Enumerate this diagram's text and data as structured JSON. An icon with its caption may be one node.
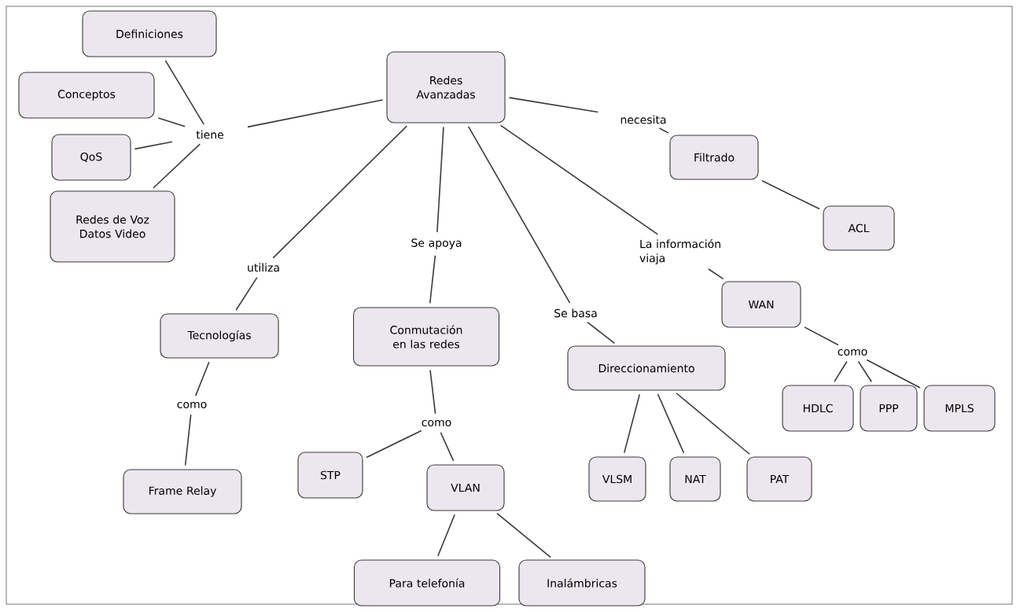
{
  "diagram": {
    "nodes": [
      {
        "text": [
          "Definiciones"
        ]
      },
      {
        "text": [
          "Redes Avanzadas"
        ]
      },
      {
        "text": [
          "Conceptos"
        ]
      },
      {
        "text": [
          "necesita"
        ]
      },
      {
        "text": [
          "tiene"
        ]
      },
      {
        "text": [
          "QoS"
        ]
      },
      {
        "text": [
          "Filtrado"
        ]
      },
      {
        "text": [
          "Redes de Voz Datos Video"
        ]
      },
      {
        "text": [
          "ACL"
        ]
      },
      {
        "text": [
          "La información viaja"
        ]
      },
      {
        "text": [
          "utiliza"
        ]
      },
      {
        "text": [
          "Se apoya"
        ]
      },
      {
        "text": [
          "WAN"
        ]
      },
      {
        "text": [
          "Tecnologías"
        ]
      },
      {
        "text": [
          "Conmutación en las redes"
        ]
      },
      {
        "text": [
          "Se basa"
        ]
      },
      {
        "text": [
          "como"
        ]
      },
      {
        "text": [
          "Direccionamiento"
        ]
      },
      {
        "text": [
          "HDLC"
        ]
      },
      {
        "text": [
          "PPP"
        ]
      },
      {
        "text": [
          "MPLS"
        ]
      },
      {
        "text": [
          "como"
        ]
      },
      {
        "text": [
          "como"
        ]
      },
      {
        "text": [
          "STP"
        ]
      },
      {
        "text": [
          "VLAN"
        ]
      },
      {
        "text": [
          "VLSM"
        ]
      },
      {
        "text": [
          "NAT"
        ]
      },
      {
        "text": [
          "PAT"
        ]
      },
      {
        "text": [
          "Frame Relay"
        ]
      },
      {
        "text": [
          "Para telefonía"
        ]
      },
      {
        "text": [
          "Inalámbricas"
        ]
      }
    ],
    "edges": [
      {
        "from": 1,
        "to": 4,
        "arrow": "none"
      },
      {
        "from": 4,
        "to": 0,
        "arrow": "none"
      },
      {
        "from": 4,
        "to": 2,
        "arrow": "none"
      },
      {
        "from": 4,
        "to": 5,
        "arrow": "none"
      },
      {
        "from": 4,
        "to": 7,
        "arrow": "none"
      },
      {
        "from": 1,
        "to": 3,
        "arrow": "none"
      },
      {
        "from": 3,
        "to": 6,
        "arrow": "none"
      },
      {
        "from": 6,
        "to": 8,
        "arrow": "none"
      },
      {
        "from": 1,
        "to": 10,
        "arrow": "none"
      },
      {
        "from": 10,
        "to": 13,
        "arrow": "none"
      },
      {
        "from": 13,
        "to": 21,
        "arrow": "none"
      },
      {
        "from": 21,
        "to": 28,
        "arrow": "none"
      },
      {
        "from": 1,
        "to": 11,
        "arrow": "none"
      },
      {
        "from": 11,
        "to": 14,
        "arrow": "none"
      },
      {
        "from": 14,
        "to": 22,
        "arrow": "none"
      },
      {
        "from": 22,
        "to": 23,
        "arrow": "none"
      },
      {
        "from": 22,
        "to": 24,
        "arrow": "none"
      },
      {
        "from": 24,
        "to": 29,
        "arrow": "none"
      },
      {
        "from": 24,
        "to": 30,
        "arrow": "none"
      },
      {
        "from": 1,
        "to": 15,
        "arrow": "none"
      },
      {
        "from": 15,
        "to": 17,
        "arrow": "none"
      },
      {
        "from": 17,
        "to": 25,
        "arrow": "none"
      },
      {
        "from": 17,
        "to": 26,
        "arrow": "none"
      },
      {
        "from": 17,
        "to": 27,
        "arrow": "none"
      },
      {
        "from": 1,
        "to": 9,
        "arrow": "none"
      },
      {
        "from": 9,
        "to": 12,
        "arrow": "none"
      },
      {
        "from": 12,
        "to": 16,
        "arrow": "none"
      },
      {
        "from": 16,
        "to": 18,
        "arrow": "none"
      },
      {
        "from": 16,
        "to": 19,
        "arrow": "none"
      },
      {
        "from": 16,
        "to": 20,
        "arrow": "none"
      }
    ]
  }
}
